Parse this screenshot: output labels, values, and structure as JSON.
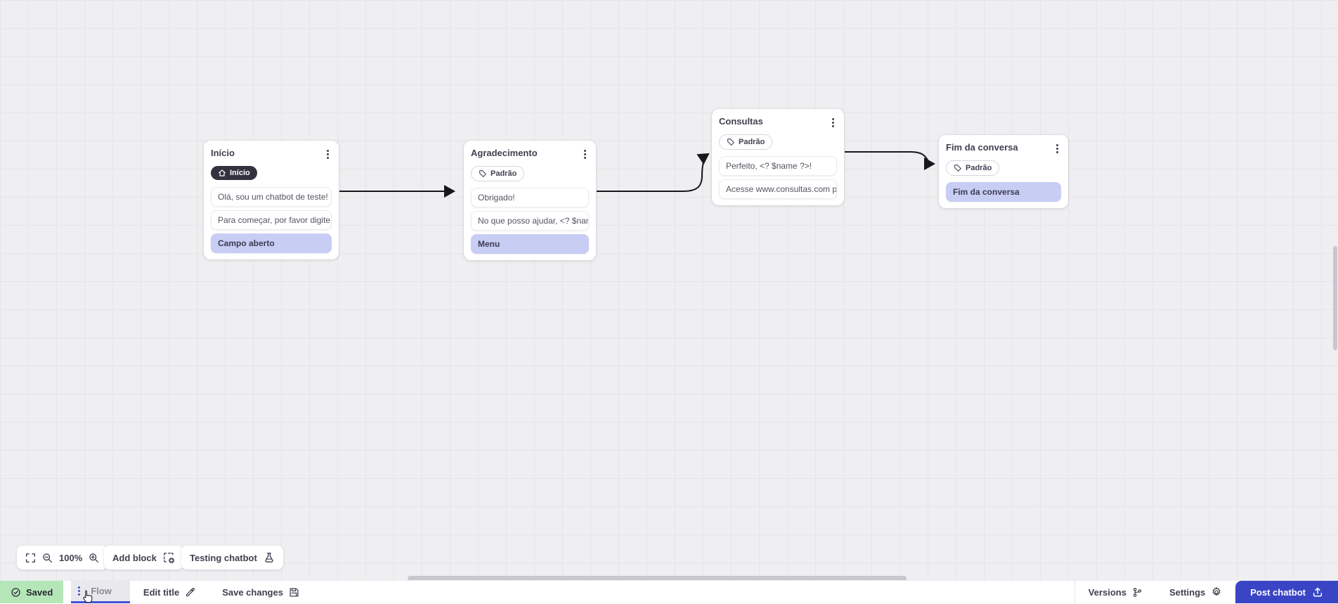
{
  "canvas": {
    "nodes": [
      {
        "title": "Início",
        "badge": {
          "label": "Início",
          "type": "start"
        },
        "rows": [
          {
            "text": "Olá, sou um chatbot de teste!",
            "variant": "message"
          },
          {
            "text": "Para começar, por favor digite o ...",
            "variant": "message"
          },
          {
            "text": "Campo aberto",
            "variant": "action"
          }
        ]
      },
      {
        "title": "Agradecimento",
        "badge": {
          "label": "Padrão",
          "type": "default"
        },
        "rows": [
          {
            "text": "Obrigado!",
            "variant": "message"
          },
          {
            "text": "No que posso ajudar, <? $name ...",
            "variant": "message"
          },
          {
            "text": "Menu",
            "variant": "action"
          }
        ]
      },
      {
        "title": "Consultas",
        "badge": {
          "label": "Padrão",
          "type": "default"
        },
        "rows": [
          {
            "text": "Perfeito, <? $name ?>!",
            "variant": "message"
          },
          {
            "text": "Acesse www.consultas.com par...",
            "variant": "message"
          }
        ]
      },
      {
        "title": "Fim da conversa",
        "badge": {
          "label": "Padrão",
          "type": "default"
        },
        "rows": [
          {
            "text": "Fim da conversa",
            "variant": "action"
          }
        ]
      }
    ]
  },
  "toolbar": {
    "zoom_level": "100%",
    "add_block_label": "Add block",
    "testing_label": "Testing chatbot"
  },
  "bottombar": {
    "saved_label": "Saved",
    "flow_tab_label": "Flow",
    "edit_title_label": "Edit title",
    "save_changes_label": "Save changes",
    "versions_label": "Versions",
    "settings_label": "Settings",
    "post_label": "Post chatbot"
  },
  "colors": {
    "accent_blue": "#3a45c6",
    "tab_blue": "#4050d5",
    "saved_green": "#b5e6b8",
    "action_purple": "#c7cdf3",
    "start_badge_dark": "#35323f",
    "canvas_bg": "#efeef0"
  }
}
